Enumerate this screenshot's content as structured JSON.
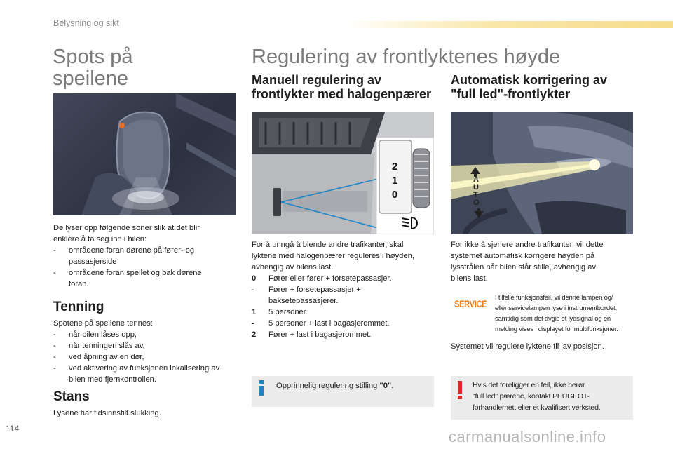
{
  "header": {
    "section": "Belysning og sikt"
  },
  "left": {
    "title_line1": "Spots på",
    "title_line2": "speilene",
    "intro_l1": "De lyser opp følgende soner slik at det blir",
    "intro_l2": "enklere å ta seg inn i bilen:",
    "zones": [
      {
        "dash": "-",
        "l1": "områdene foran dørene på fører- og",
        "l2": "passasjerside"
      },
      {
        "dash": "-",
        "l1": "områdene foran speilet og bak dørene",
        "l2": "foran."
      }
    ],
    "tenning_title": "Tenning",
    "tenning_intro": "Spotene på speilene tennes:",
    "tenning_items": [
      {
        "dash": "-",
        "text": "når bilen låses opp,"
      },
      {
        "dash": "-",
        "text": "når tenningen slås av,"
      },
      {
        "dash": "-",
        "text": "ved åpning av en dør,"
      },
      {
        "dash": "-",
        "l1": "ved aktivering av funksjonen lokalisering av",
        "l2": "bilen med fjernkontrollen."
      }
    ],
    "stans_title": "Stans",
    "stans_text": "Lysene har tidsinnstilt slukking."
  },
  "right_title": "Regulering av frontlyktenes høyde",
  "manual": {
    "title_l1": "Manuell regulering av",
    "title_l2": "frontlykter med halogenpærer",
    "p_l1": "For å unngå å blende andre trafikanter, skal",
    "p_l2": "lyktene med halogenpærer reguleres i høyden,",
    "p_l3": "avhengig av bilens last.",
    "items": [
      {
        "n": "0",
        "l1": "Fører eller fører + forsetepassasjer."
      },
      {
        "n": "-",
        "l1": "Fører + forsetepassasjer +",
        "l2": "baksetepassasjerer."
      },
      {
        "n": "1",
        "l1": "5 personer."
      },
      {
        "n": "-",
        "l1": "5 personer + last i bagasjerommet."
      },
      {
        "n": "2",
        "l1": "Fører + last i bagasjerommet."
      }
    ],
    "dial_labels": [
      "2",
      "1",
      "0"
    ],
    "info_prefix": "Opprinnelig regulering stilling ",
    "info_bold": "\"0\"",
    "info_suffix": "."
  },
  "auto": {
    "title_l1": "Automatisk korrigering av",
    "title_l2": "\"full led\"-frontlykter",
    "auto_label": "AUTO",
    "p_l1": "For ikke å sjenere andre trafikanter, vil dette",
    "p_l2": "systemet automatisk korrigere høyden på",
    "p_l3": "lysstrålen når bilen står stille, avhengig av",
    "p_l4": "bilens last.",
    "service_label": "SERVICE",
    "service_l1": "I tilfelle funksjonsfeil, vil denne lampen og/",
    "service_l2": "eller servicelampen lyse i instrumentbordet,",
    "service_l3": "samtidig som det avgis et lydsignal og en",
    "service_l4": "melding vises i displayet for multifunksjoner.",
    "system_text": "Systemet vil regulere lyktene til lav posisjon.",
    "warn_l1": "Hvis det foreligger en feil, ikke berør",
    "warn_l2": "\"full led\" pærene, kontakt PEUGEOT-",
    "warn_l3": "forhandlernett eller et kvalifisert verksted."
  },
  "footer": {
    "page": "114",
    "watermark": "carmanualsonline.info"
  },
  "colors": {
    "accent_blue": "#1a86c8",
    "warning_red": "#e0262b",
    "service_orange": "#f07c1a"
  }
}
